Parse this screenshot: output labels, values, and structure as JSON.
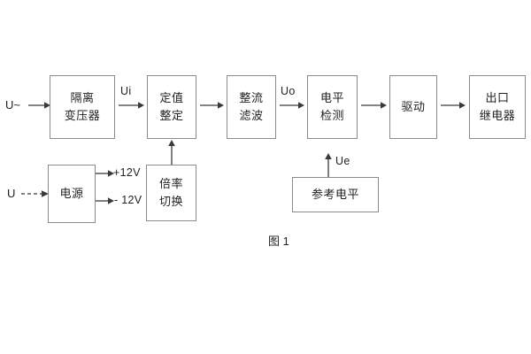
{
  "figure": {
    "caption": "图 1",
    "colors": {
      "background": "#ffffff",
      "block_border": "#8a8a8a",
      "connector": "#3a3a3a",
      "text": "#222222"
    }
  },
  "signal_chain": {
    "input_label": "U~",
    "blocks": [
      {
        "id": "isolation-transformer",
        "line1": "隔离",
        "line2": "变压器"
      },
      {
        "id": "setting-value",
        "line1": "定值",
        "line2": "整定"
      },
      {
        "id": "rectify-filter",
        "line1": "整流",
        "line2": "滤波"
      },
      {
        "id": "level-detection",
        "line1": "电平",
        "line2": "检测"
      },
      {
        "id": "drive",
        "line1": "驱动",
        "line2": ""
      },
      {
        "id": "output-relay",
        "line1": "出口",
        "line2": "继电器"
      }
    ],
    "signal_labels": {
      "ui": "Ui",
      "uo": "Uo",
      "ue": "Ue"
    }
  },
  "power_section": {
    "input_label": "U",
    "supply": {
      "id": "power-supply",
      "line1": "电源",
      "line2": ""
    },
    "rails": [
      {
        "id": "rail-positive",
        "label": "+12V"
      },
      {
        "id": "rail-negative",
        "label": "- 12V"
      }
    ],
    "multiplier": {
      "id": "multiplier-switch",
      "line1": "倍率",
      "line2": "切换"
    }
  },
  "reference_section": {
    "reference": {
      "id": "reference-level",
      "line1": "参考电平",
      "line2": ""
    }
  }
}
